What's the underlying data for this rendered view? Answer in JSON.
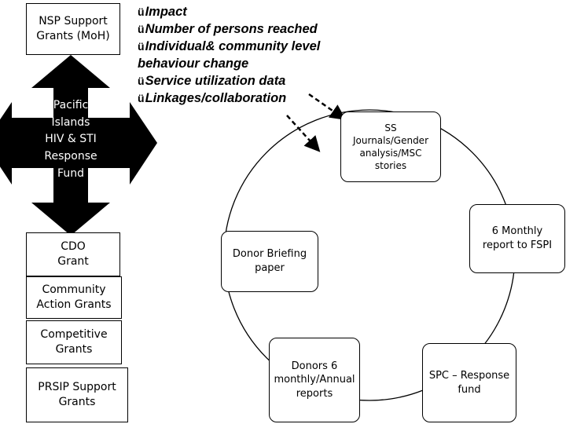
{
  "left_stack": {
    "nsp_support": "NSP Support\nGrants (MoH)",
    "fund_label": "Pacific\nIslands\nHIV & STI\nResponse\nFund",
    "cdo": "CDO\nGrant",
    "community": "Community\nAction Grants",
    "competitive": "Competitive\nGrants",
    "prsip": "PRSIP Support\nGrants"
  },
  "checklist": {
    "mark": "ü",
    "items": [
      "Impact",
      "Number of persons reached",
      "Individual& community level behaviour change",
      "Service utilization data",
      "Linkages/collaboration"
    ]
  },
  "cycle": {
    "journals": "SS\nJournals/Gender\nanalysis/MSC\nstories",
    "monthly_fspi": "6  Monthly\nreport to FSPI",
    "spc": "SPC – Response\nfund",
    "donors_reports": "Donors 6\nmonthly/Annual\nreports",
    "donor_briefing": "Donor Briefing\npaper"
  },
  "colors": {
    "arrow_fill": "#000000",
    "fund_text": "#ffffff"
  }
}
